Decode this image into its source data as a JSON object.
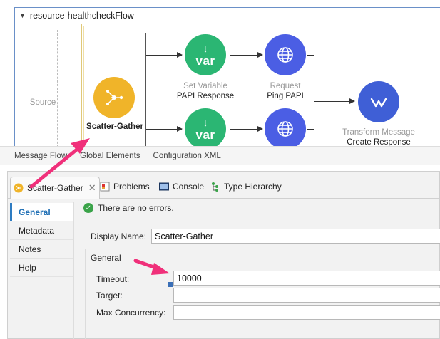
{
  "flow": {
    "title": "resource-healthcheckFlow",
    "source_label": "Source"
  },
  "nodes": {
    "scatter_gather": {
      "name": "Scatter-Gather",
      "icon": "scatter-gather-icon",
      "color": "#f0b429"
    },
    "set_variable_1": {
      "type": "Set Variable",
      "name": "PAPI Response",
      "icon_text": "var",
      "color": "#2bb673"
    },
    "request_1": {
      "type": "Request",
      "name": "Ping PAPI",
      "icon": "globe-icon",
      "color": "#4b5ee4"
    },
    "set_variable_2": {
      "icon_text": "var",
      "color": "#2bb673"
    },
    "request_2": {
      "icon": "globe-icon",
      "color": "#4b5ee4"
    },
    "transform": {
      "type": "Transform Message",
      "name": "Create Response",
      "icon": "transform-icon",
      "color": "#3f5fd6"
    }
  },
  "editor_tabs": [
    "Message Flow",
    "Global Elements",
    "Configuration XML"
  ],
  "view_tabs": {
    "active": {
      "label": "Scatter-Gather",
      "close": "✕"
    },
    "problems": "Problems",
    "console": "Console",
    "type_hierarchy": "Type Hierarchy"
  },
  "nav": [
    "General",
    "Metadata",
    "Notes",
    "Help"
  ],
  "status": {
    "text": "There are no errors."
  },
  "form": {
    "display_name_label": "Display Name:",
    "display_name_value": "Scatter-Gather",
    "group_title": "General",
    "timeout_label": "Timeout:",
    "timeout_value": "10000",
    "target_label": "Target:",
    "target_value": "",
    "max_concurrency_label": "Max Concurrency:",
    "max_concurrency_value": ""
  },
  "colors": {
    "annotation": "#f0307a",
    "active_nav": "#1f6fb5"
  }
}
